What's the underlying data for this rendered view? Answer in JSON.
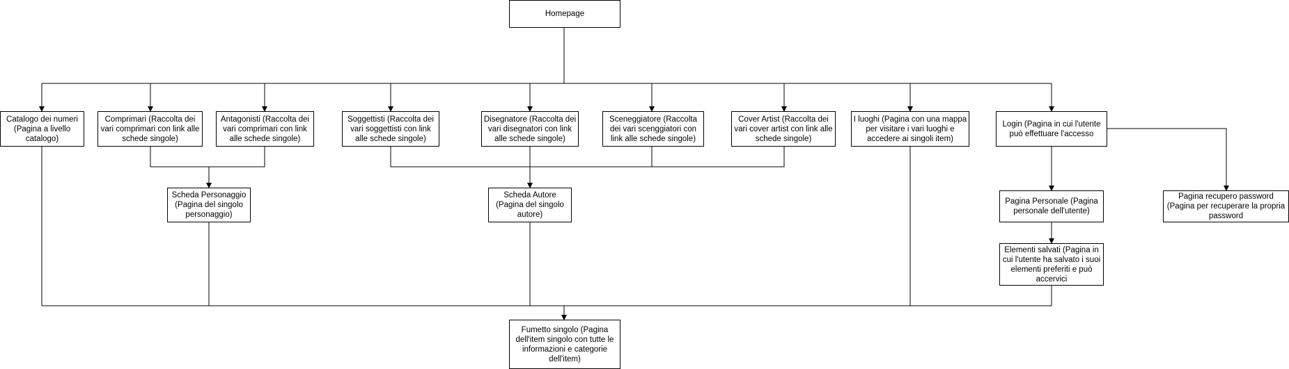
{
  "nodes": {
    "homepage": "Homepage",
    "catalogo": "Catalogo dei numeri (Pagina a livello catalogo)",
    "comprimari": "Comprimari (Raccolta dei vari comprimari con link alle schede singole)",
    "antagonisti": "Antagonisti (Raccolta dei vari comprimari con link alle schede singole)",
    "soggettisti": "Soggettisti (Raccolta dei vari soggettisti con link alle schede singole)",
    "disegnatore": "Disegnatore (Raccolta dei vari disegnatori con link alle schede singole)",
    "sceneggiatore": "Sceneggiatore (Raccolta dei vari scenggiatori con link alle schede singole)",
    "cover_artist": "Cover Artist (Raccolta dei vari cover artist con link alle schede singole)",
    "luoghi": "I luoghi (Pagina con una mappa per visitare i vari luoghi e accedere ai singoli item)",
    "login": "Login (Pagina in cui l'utente può effettuare l'accesso",
    "scheda_personaggio": "Scheda Personaggio (Pagina del singolo personaggio)",
    "scheda_autore": "Scheda Autore (Pagina del singolo autore)",
    "pagina_personale": "Pagina Personale (Pagina personale dell'utente)",
    "recupero_password": "Pagina recupero password (Pagina per recuperare la propria password",
    "elementi_salvati": "Elementi salvati (Pagina in cui l'utente ha salvato i suoi elementi preferiti e può accervici",
    "fumetto_singolo": "Fumetto singolo (Pagina dell'item singolo con tutte le informazioni e categorie dell'item)"
  }
}
